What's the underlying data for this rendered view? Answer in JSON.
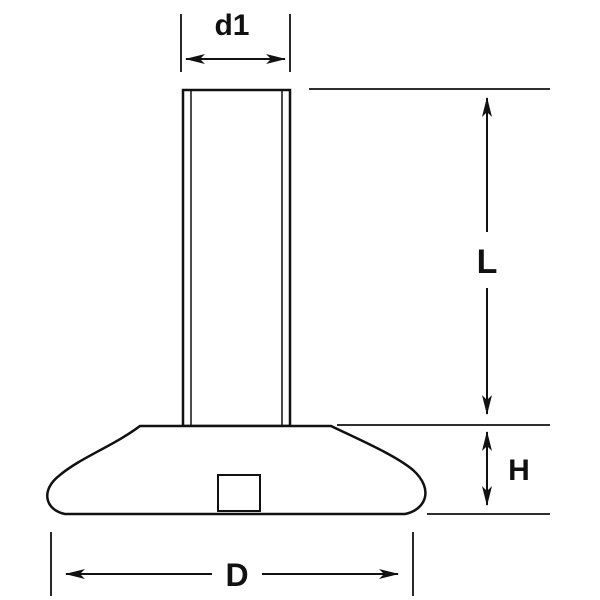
{
  "diagram": {
    "stroke_color": "#111111",
    "background": "#ffffff",
    "labels": {
      "shaft_diameter": "d1",
      "shaft_length": "L",
      "base_height": "H",
      "base_diameter": "D"
    }
  }
}
